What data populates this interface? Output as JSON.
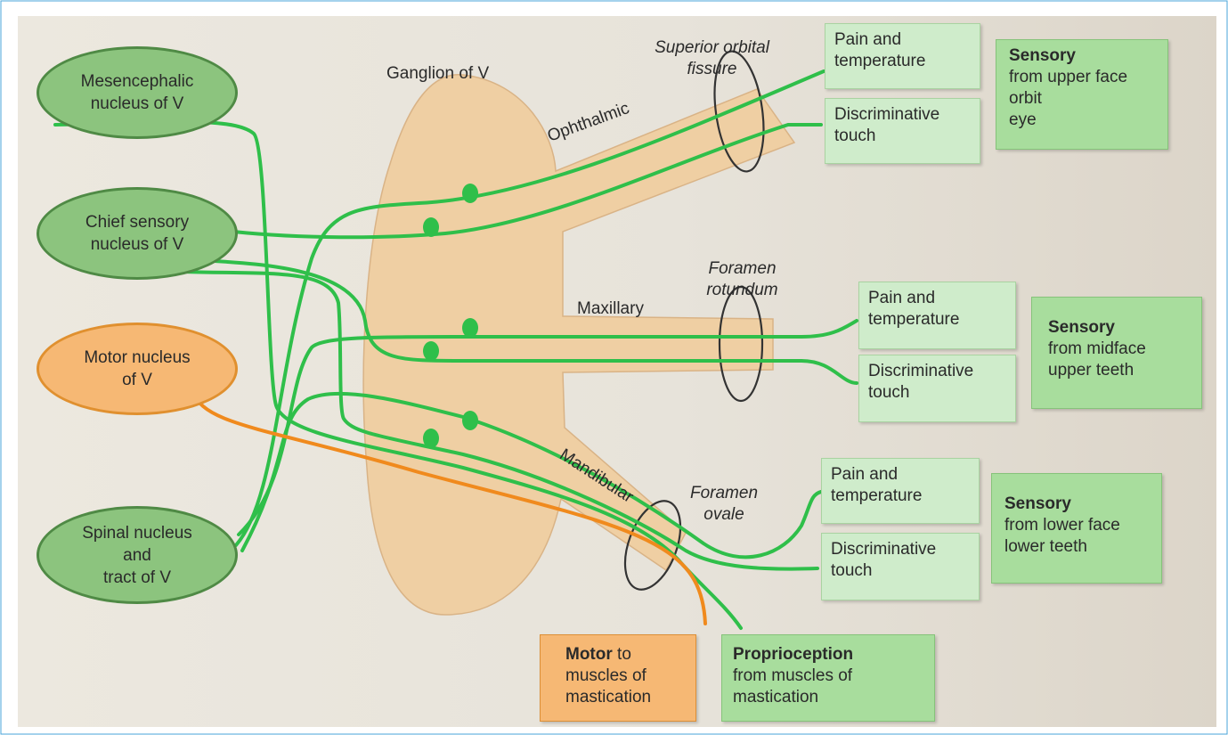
{
  "nuclei": {
    "mesencephalic": "Mesencephalic\nnucleus of V",
    "chief_sensory": "Chief sensory\nnucleus of V",
    "motor": "Motor nucleus\nof V",
    "spinal": "Spinal nucleus\nand\ntract of V"
  },
  "ganglion": {
    "title": "Ganglion of V",
    "ophthalmic": "Ophthalmic",
    "maxillary": "Maxillary",
    "mandibular": "Mandibular"
  },
  "foramina": {
    "superior_orbital": "Superior orbital\nfissure",
    "rotundum": "Foramen\nrotundum",
    "ovale": "Foramen\novale"
  },
  "boxes": {
    "oph_pain": "Pain and\ntemperature",
    "oph_touch": "Discriminative\ntouch",
    "oph_sensory_bold": "Sensory",
    "oph_sensory_rest": "from upper face\norbit\neye",
    "max_pain": "Pain and\ntemperature",
    "max_touch": "Discriminative\ntouch",
    "max_sensory_bold": "Sensory",
    "max_sensory_rest": "from midface\nupper teeth",
    "man_pain": "Pain and\ntemperature",
    "man_touch": "Discriminative\ntouch",
    "man_sensory_bold": "Sensory",
    "man_sensory_rest": "from lower face\nlower teeth",
    "motor_bold": "Motor",
    "motor_rest": " to\nmuscles of\nmastication",
    "prop_bold": "Proprioception",
    "prop_rest": "from muscles of\nmastication"
  },
  "colors": {
    "sensory_fiber": "#2fbf4a",
    "motor_fiber": "#f08a1d",
    "ganglion": "#efcfa3",
    "background": "#e5e0d6"
  }
}
